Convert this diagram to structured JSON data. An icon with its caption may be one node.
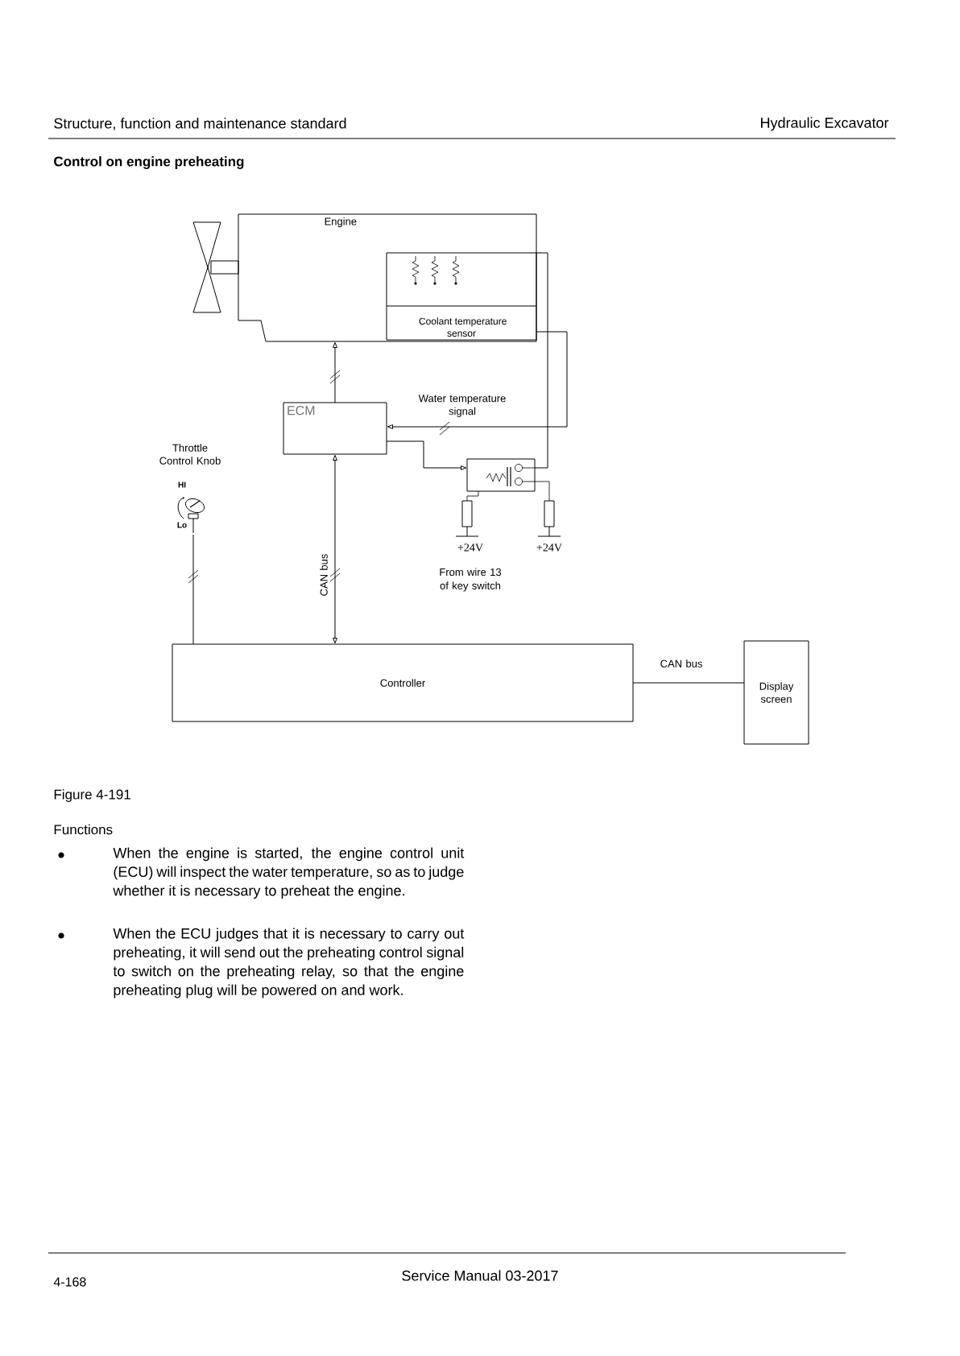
{
  "diagram": {
    "title": "Control on engine preheating",
    "caption": "Figure 4-191",
    "nodes": [
      {
        "text": [
          "Engine"
        ]
      },
      {
        "text": [
          "Coolant temperature sensor"
        ],
        "in": 0
      },
      {
        "text": [
          "ECM"
        ]
      },
      {
        "text": [],
        "shape": "picture",
        "beside": [
          "Throttle Control Knob"
        ]
      },
      {
        "text": [],
        "shape": "box"
      },
      {
        "text": [
          "Controller"
        ]
      },
      {
        "text": [
          "Display screen"
        ]
      }
    ],
    "edges": [
      {
        "from": 2,
        "to": 0,
        "arrow": "to"
      },
      {
        "from": 1,
        "to": 2,
        "arrow": "to",
        "label": "Water temperature signal"
      },
      {
        "from": 2,
        "to": 4,
        "arrow": "to"
      },
      {
        "from": 4,
        "to": 1,
        "arrow": "none"
      },
      {
        "from": 5,
        "to": 2,
        "arrow": "both",
        "label": "CAN bus"
      },
      {
        "from": 3,
        "to": 5,
        "arrow": "none"
      },
      {
        "from": 5,
        "to": 6,
        "arrow": "none",
        "label": "CAN bus"
      }
    ],
    "labels": [
      "Structure, function and maintenance standard",
      "Hydraulic Excavator",
      "HI",
      "Lo",
      "+24V",
      "+24V",
      "From wire 13 of key switch",
      "Functions",
      "When the engine is started, the engine control unit (ECU) will inspect the water temperature, so as to judge whether it is necessary to preheat the engine.",
      "When the ECU judges that it is necessary to carry out preheating, it will send out the preheating control signal to switch on the preheating relay, so that the engine preheating plug will be powered on and work.",
      "4-168",
      "Service Manual 03-2017"
    ]
  }
}
